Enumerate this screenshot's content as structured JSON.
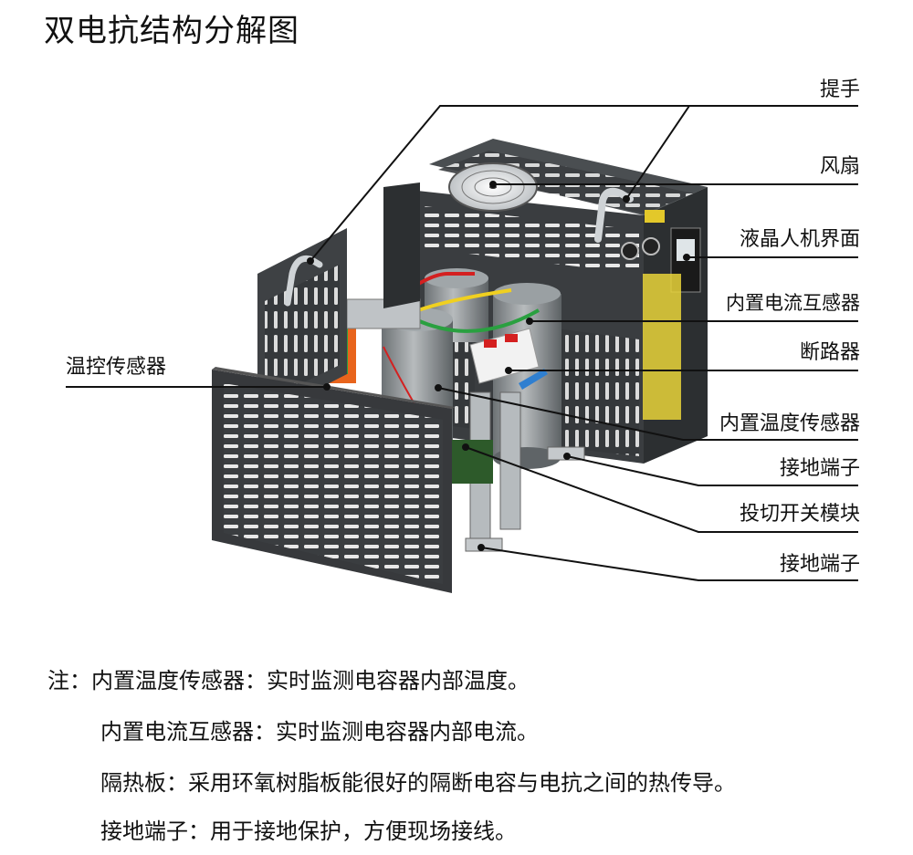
{
  "title": "双电抗结构分解图",
  "labels": {
    "handle": "提手",
    "fan": "风扇",
    "lcd": "液晶人机界面",
    "ct": "内置电流互感器",
    "breaker": "断路器",
    "temp_control": "温控传感器",
    "temp_sensor": "内置温度传感器",
    "ground1": "接地端子",
    "switch_module": "投切开关模块",
    "ground2": "接地端子"
  },
  "notes": {
    "n1": "注：内置温度传感器：实时监测电容器内部温度。",
    "n2": "内置电流互感器：实时监测电容器内部电流。",
    "n3": "隔热板：采用环氧树脂板能很好的隔断电容与电抗之间的热传导。",
    "n4": "接地端子：用于接地保护，方便现场接线。"
  },
  "colors": {
    "panel": "#3a3d40",
    "panel_dark": "#26282a",
    "slot": "#e8e8e8",
    "capacitor": "#8e9396",
    "breaker": "#f2f2f2",
    "accent_orange": "#e8641c",
    "accent_red": "#d42020",
    "accent_yellow": "#f0d020",
    "accent_green": "#2aa040",
    "leader": "#111111"
  }
}
